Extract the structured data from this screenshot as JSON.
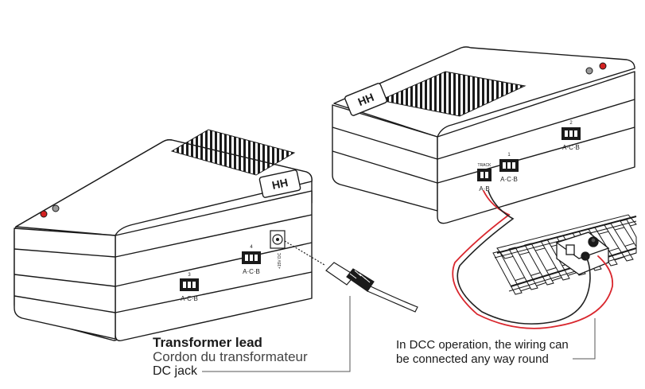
{
  "labels": {
    "transformer_lead": "Transformer lead",
    "cordon": "Cordon du transformateur",
    "dc_jack": "DC jack",
    "dcc_line1": "In DCC operation, the wiring can",
    "dcc_line2": "be connected any way round"
  },
  "box_left": {
    "connector_small_1": "3",
    "connector_small_2": "4",
    "connector_1_pins": "A·C·B",
    "connector_2_pins": "A·C·B",
    "jack_label": "+15V DC"
  },
  "box_right": {
    "track_label": "TRACK",
    "track_pins": "A·B",
    "connector_small_1": "1",
    "connector_small_2": "2",
    "connector_1_pins": "A·C·B",
    "connector_2_pins": "A·C·B"
  },
  "colors": {
    "outline": "#1a1a1a",
    "led_red": "#d32222",
    "led_grey": "#9a9a9a",
    "wire_red": "#d9272e",
    "wire_black": "#222222",
    "leader": "#555555"
  }
}
